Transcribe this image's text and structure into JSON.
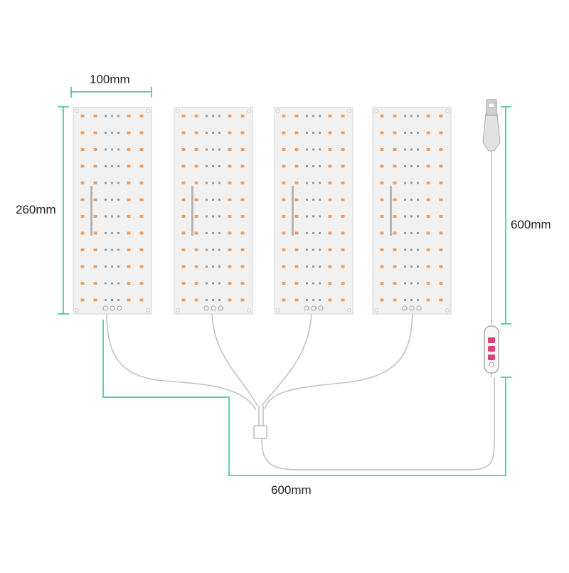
{
  "dimensions": {
    "panel_width": "100mm",
    "panel_height": "260mm",
    "cable_length": "600mm",
    "wire_span": "600mm"
  },
  "colors": {
    "background": "#ffffff",
    "dimension_line": "#2dbf8e",
    "panel": "#f1f1f1",
    "led_warm": "#f0a060",
    "wire": "#c2c2c2",
    "controller_buttons": "#e0407a"
  },
  "product": {
    "panel_count": 4,
    "connector": "usb-plug",
    "controller": "inline-button-controller"
  }
}
